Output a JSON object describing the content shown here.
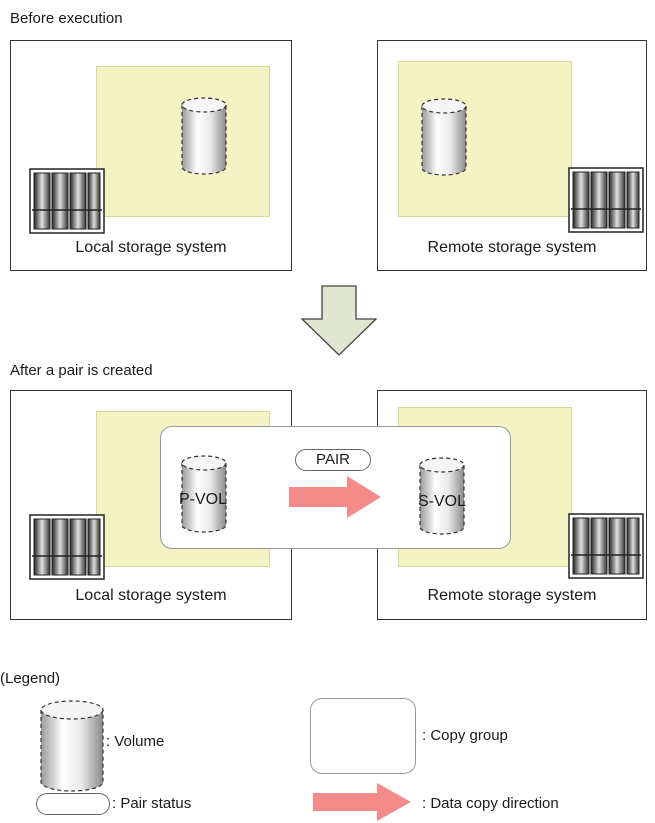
{
  "sections": {
    "before_title": "Before execution",
    "after_title": "After a pair is created"
  },
  "systems": {
    "local_label": "Local storage system",
    "remote_label": "Remote storage system"
  },
  "pair": {
    "status_label": "PAIR",
    "pvol_label": "P-VOL",
    "svol_label": "S-VOL"
  },
  "legend": {
    "title": "(Legend)",
    "volume": ": Volume",
    "copy_group": ": Copy group",
    "pair_status": ": Pair status",
    "data_copy_direction": ": Data copy direction"
  },
  "colors": {
    "pool_fill": "#f3f3c4",
    "arrow_red": "#f48a8a",
    "down_arrow_fill": "#e0e6d2"
  }
}
